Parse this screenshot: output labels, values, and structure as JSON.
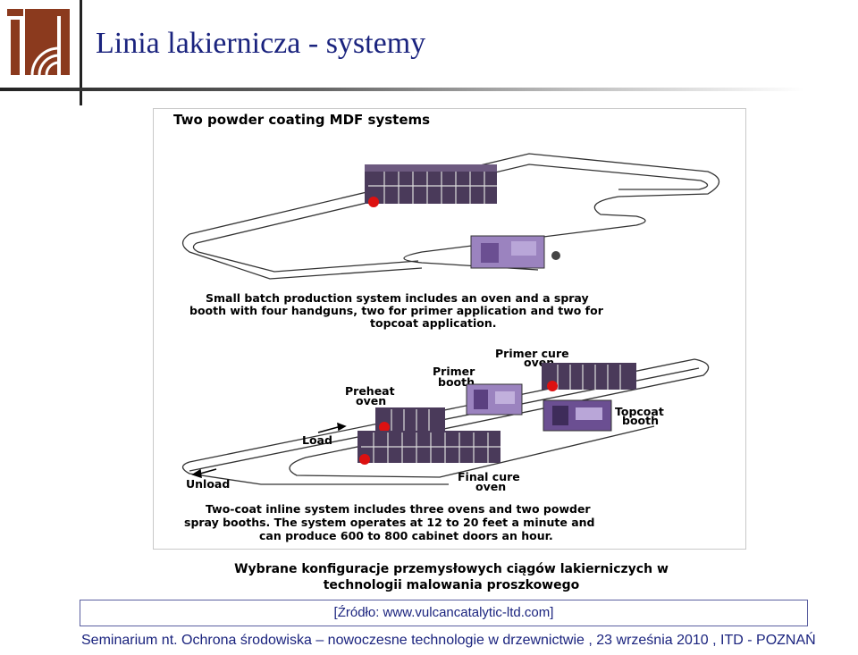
{
  "slide": {
    "title": "Linia lakiernicza - systemy",
    "caption_line1": "Wybrane konfiguracje przemysłowych ciągów lakierniczych w",
    "caption_line2": "technologii malowania proszkowego",
    "source": "[Źródło: www.vulcancatalytic-ltd.com]",
    "footer": "Seminarium nt. Ochrona środowiska – nowoczesne technologie w drzewnictwie , 23 września 2010 , ITD - POZNAŃ",
    "logo_icon": "itd-logo-icon",
    "brand_color": "#8b3a1e",
    "title_color": "#1a237e"
  },
  "figure": {
    "heading": "Two powder coating MDF systems",
    "desc1_line1": "Small batch production system includes an oven and a spray",
    "desc1_line2": "booth with four handguns, two for primer application and two for",
    "desc1_line3": "topcoat application.",
    "label_primer_cure_1": "Primer cure",
    "label_primer_cure_2": "oven",
    "label_primer_booth_1": "Primer",
    "label_primer_booth_2": "booth",
    "label_preheat_1": "Preheat",
    "label_preheat_2": "oven",
    "label_topcoat_1": "Topcoat",
    "label_topcoat_2": "booth",
    "label_load": "Load",
    "label_unload": "Unload",
    "label_final_cure_1": "Final cure",
    "label_final_cure_2": "oven",
    "desc2_line1": "Two-coat inline system includes three ovens and two powder",
    "desc2_line2": "spray booths. The system operates at 12 to 20 feet a minute and",
    "desc2_line3": "can produce 600 to 800 cabinet doors an hour."
  }
}
